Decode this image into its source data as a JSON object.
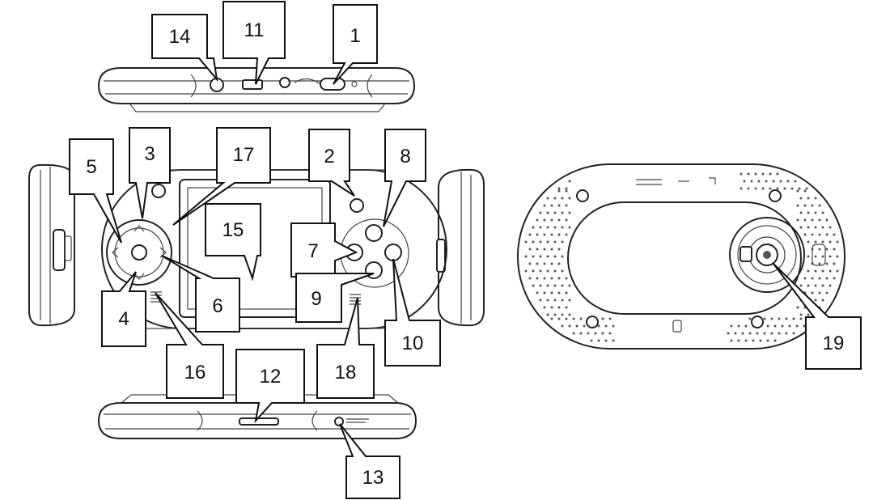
{
  "diagram": {
    "callouts": [
      {
        "id": "c1",
        "text": "1"
      },
      {
        "id": "c2",
        "text": "2"
      },
      {
        "id": "c3",
        "text": "3"
      },
      {
        "id": "c4",
        "text": "4"
      },
      {
        "id": "c5",
        "text": "5"
      },
      {
        "id": "c6",
        "text": "6"
      },
      {
        "id": "c7",
        "text": "7"
      },
      {
        "id": "c8",
        "text": "8"
      },
      {
        "id": "c9",
        "text": "9"
      },
      {
        "id": "c10",
        "text": "10"
      },
      {
        "id": "c11",
        "text": "11"
      },
      {
        "id": "c12",
        "text": "12"
      },
      {
        "id": "c13",
        "text": "13"
      },
      {
        "id": "c14",
        "text": "14"
      },
      {
        "id": "c15",
        "text": "15"
      },
      {
        "id": "c16",
        "text": "16"
      },
      {
        "id": "c17",
        "text": "17"
      },
      {
        "id": "c18",
        "text": "18"
      },
      {
        "id": "c19",
        "text": "19"
      }
    ],
    "colors": {
      "line": "#222222",
      "background": "#ffffff"
    }
  }
}
